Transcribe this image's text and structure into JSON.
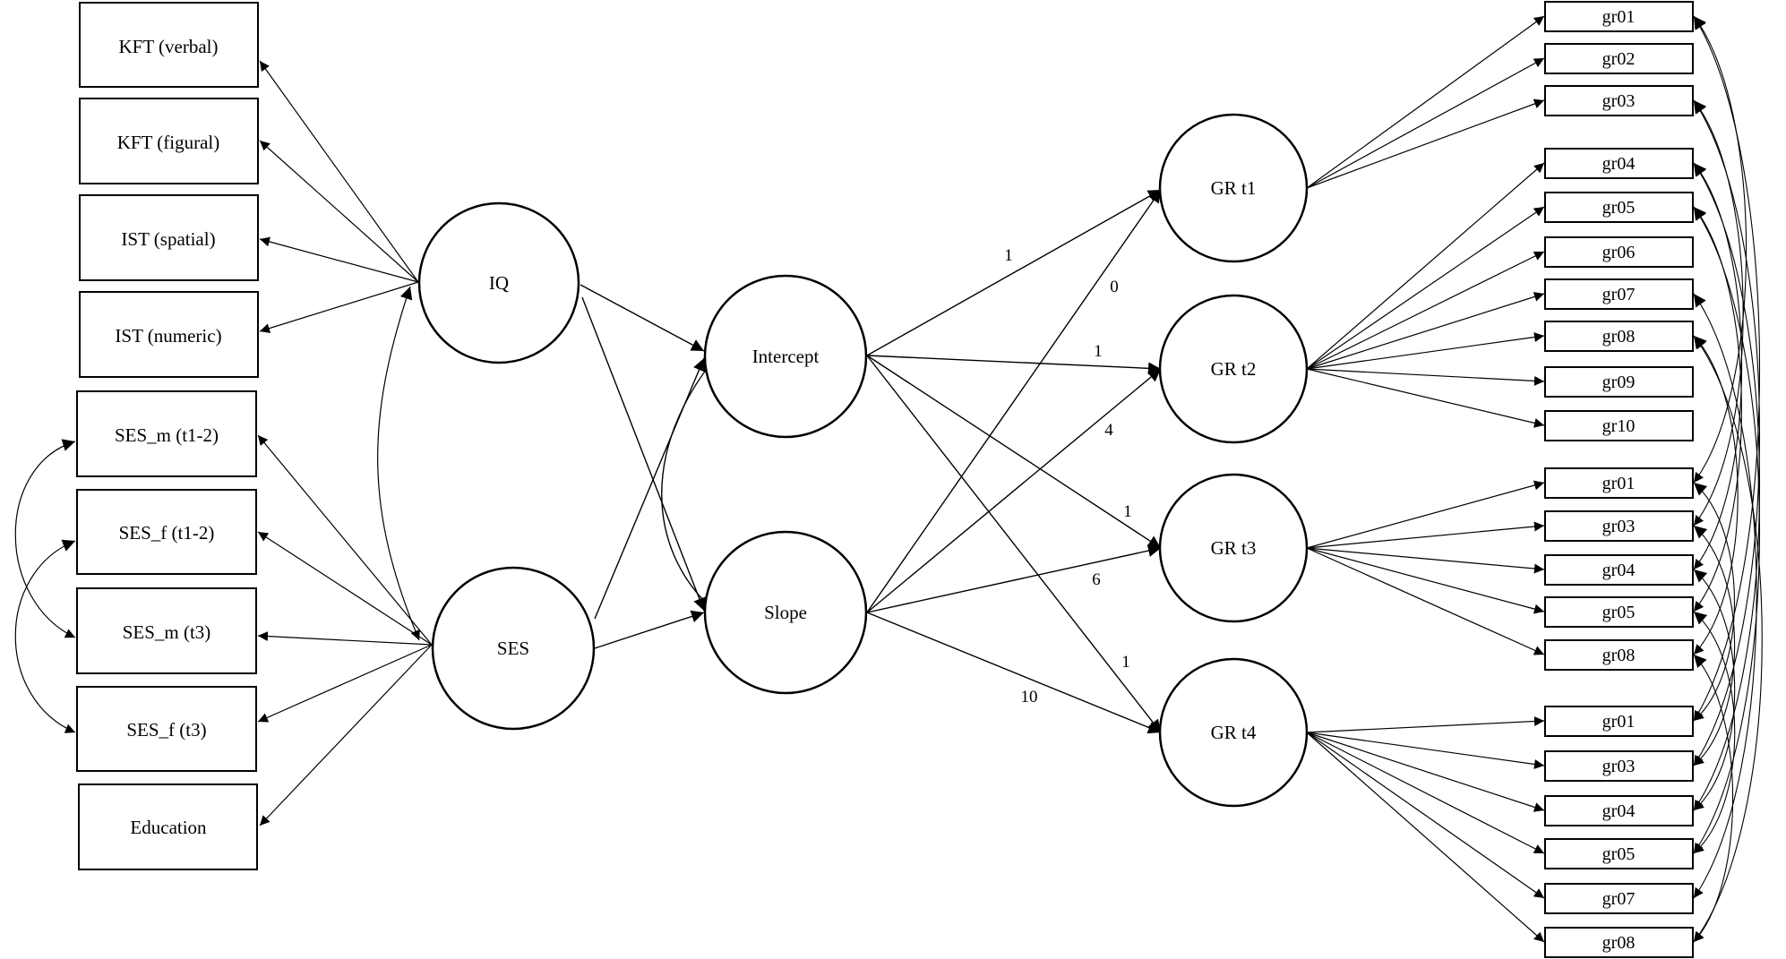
{
  "predictor_indicators": [
    {
      "id": "kft_verbal",
      "label": "KFT (verbal)"
    },
    {
      "id": "kft_figural",
      "label": "KFT (figural)"
    },
    {
      "id": "ist_spatial",
      "label": "IST (spatial)"
    },
    {
      "id": "ist_numeric",
      "label": "IST (numeric)"
    },
    {
      "id": "ses_m_t12",
      "label": "SES_m (t1-2)"
    },
    {
      "id": "ses_f_t12",
      "label": "SES_f (t1-2)"
    },
    {
      "id": "ses_m_t3",
      "label": "SES_m (t3)"
    },
    {
      "id": "ses_f_t3",
      "label": "SES_f (t3)"
    },
    {
      "id": "education",
      "label": "Education"
    }
  ],
  "latent_variables": [
    {
      "id": "iq",
      "label": "IQ"
    },
    {
      "id": "ses",
      "label": "SES"
    },
    {
      "id": "intercept",
      "label": "Intercept"
    },
    {
      "id": "slope",
      "label": "Slope"
    },
    {
      "id": "gr_t1",
      "label": "GR t1"
    },
    {
      "id": "gr_t2",
      "label": "GR t2"
    },
    {
      "id": "gr_t3",
      "label": "GR t3"
    },
    {
      "id": "gr_t4",
      "label": "GR t4"
    }
  ],
  "growth_loadings": {
    "intercept": [
      "1",
      "1",
      "1",
      "1"
    ],
    "slope": [
      "0",
      "4",
      "6",
      "10"
    ]
  },
  "item_indicators": {
    "gr_t1": [
      "gr01",
      "gr02",
      "gr03"
    ],
    "gr_t2": [
      "gr04",
      "gr05",
      "gr06",
      "gr07",
      "gr08",
      "gr09",
      "gr10"
    ],
    "gr_t3": [
      "gr01",
      "gr03",
      "gr04",
      "gr05",
      "gr08"
    ],
    "gr_t4": [
      "gr01",
      "gr03",
      "gr04",
      "gr05",
      "gr07",
      "gr08"
    ]
  }
}
